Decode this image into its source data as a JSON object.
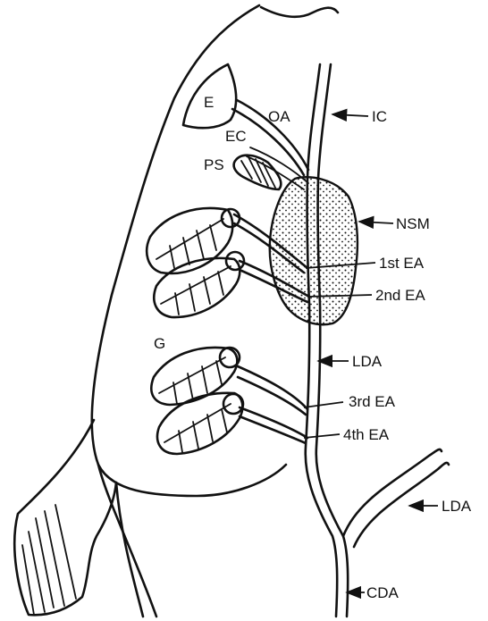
{
  "labels": {
    "E": "E",
    "OA": "OA",
    "IC": "IC",
    "EC": "EC",
    "PS": "PS",
    "NSM": "NSM",
    "EA1": "1st EA",
    "EA2": "2nd EA",
    "G": "G",
    "LDA_upper": "LDA",
    "EA3": "3rd EA",
    "EA4": "4th EA",
    "LDA_right": "LDA",
    "CDA": "CDA"
  },
  "colors": {
    "ink": "#111111",
    "background": "#ffffff"
  }
}
